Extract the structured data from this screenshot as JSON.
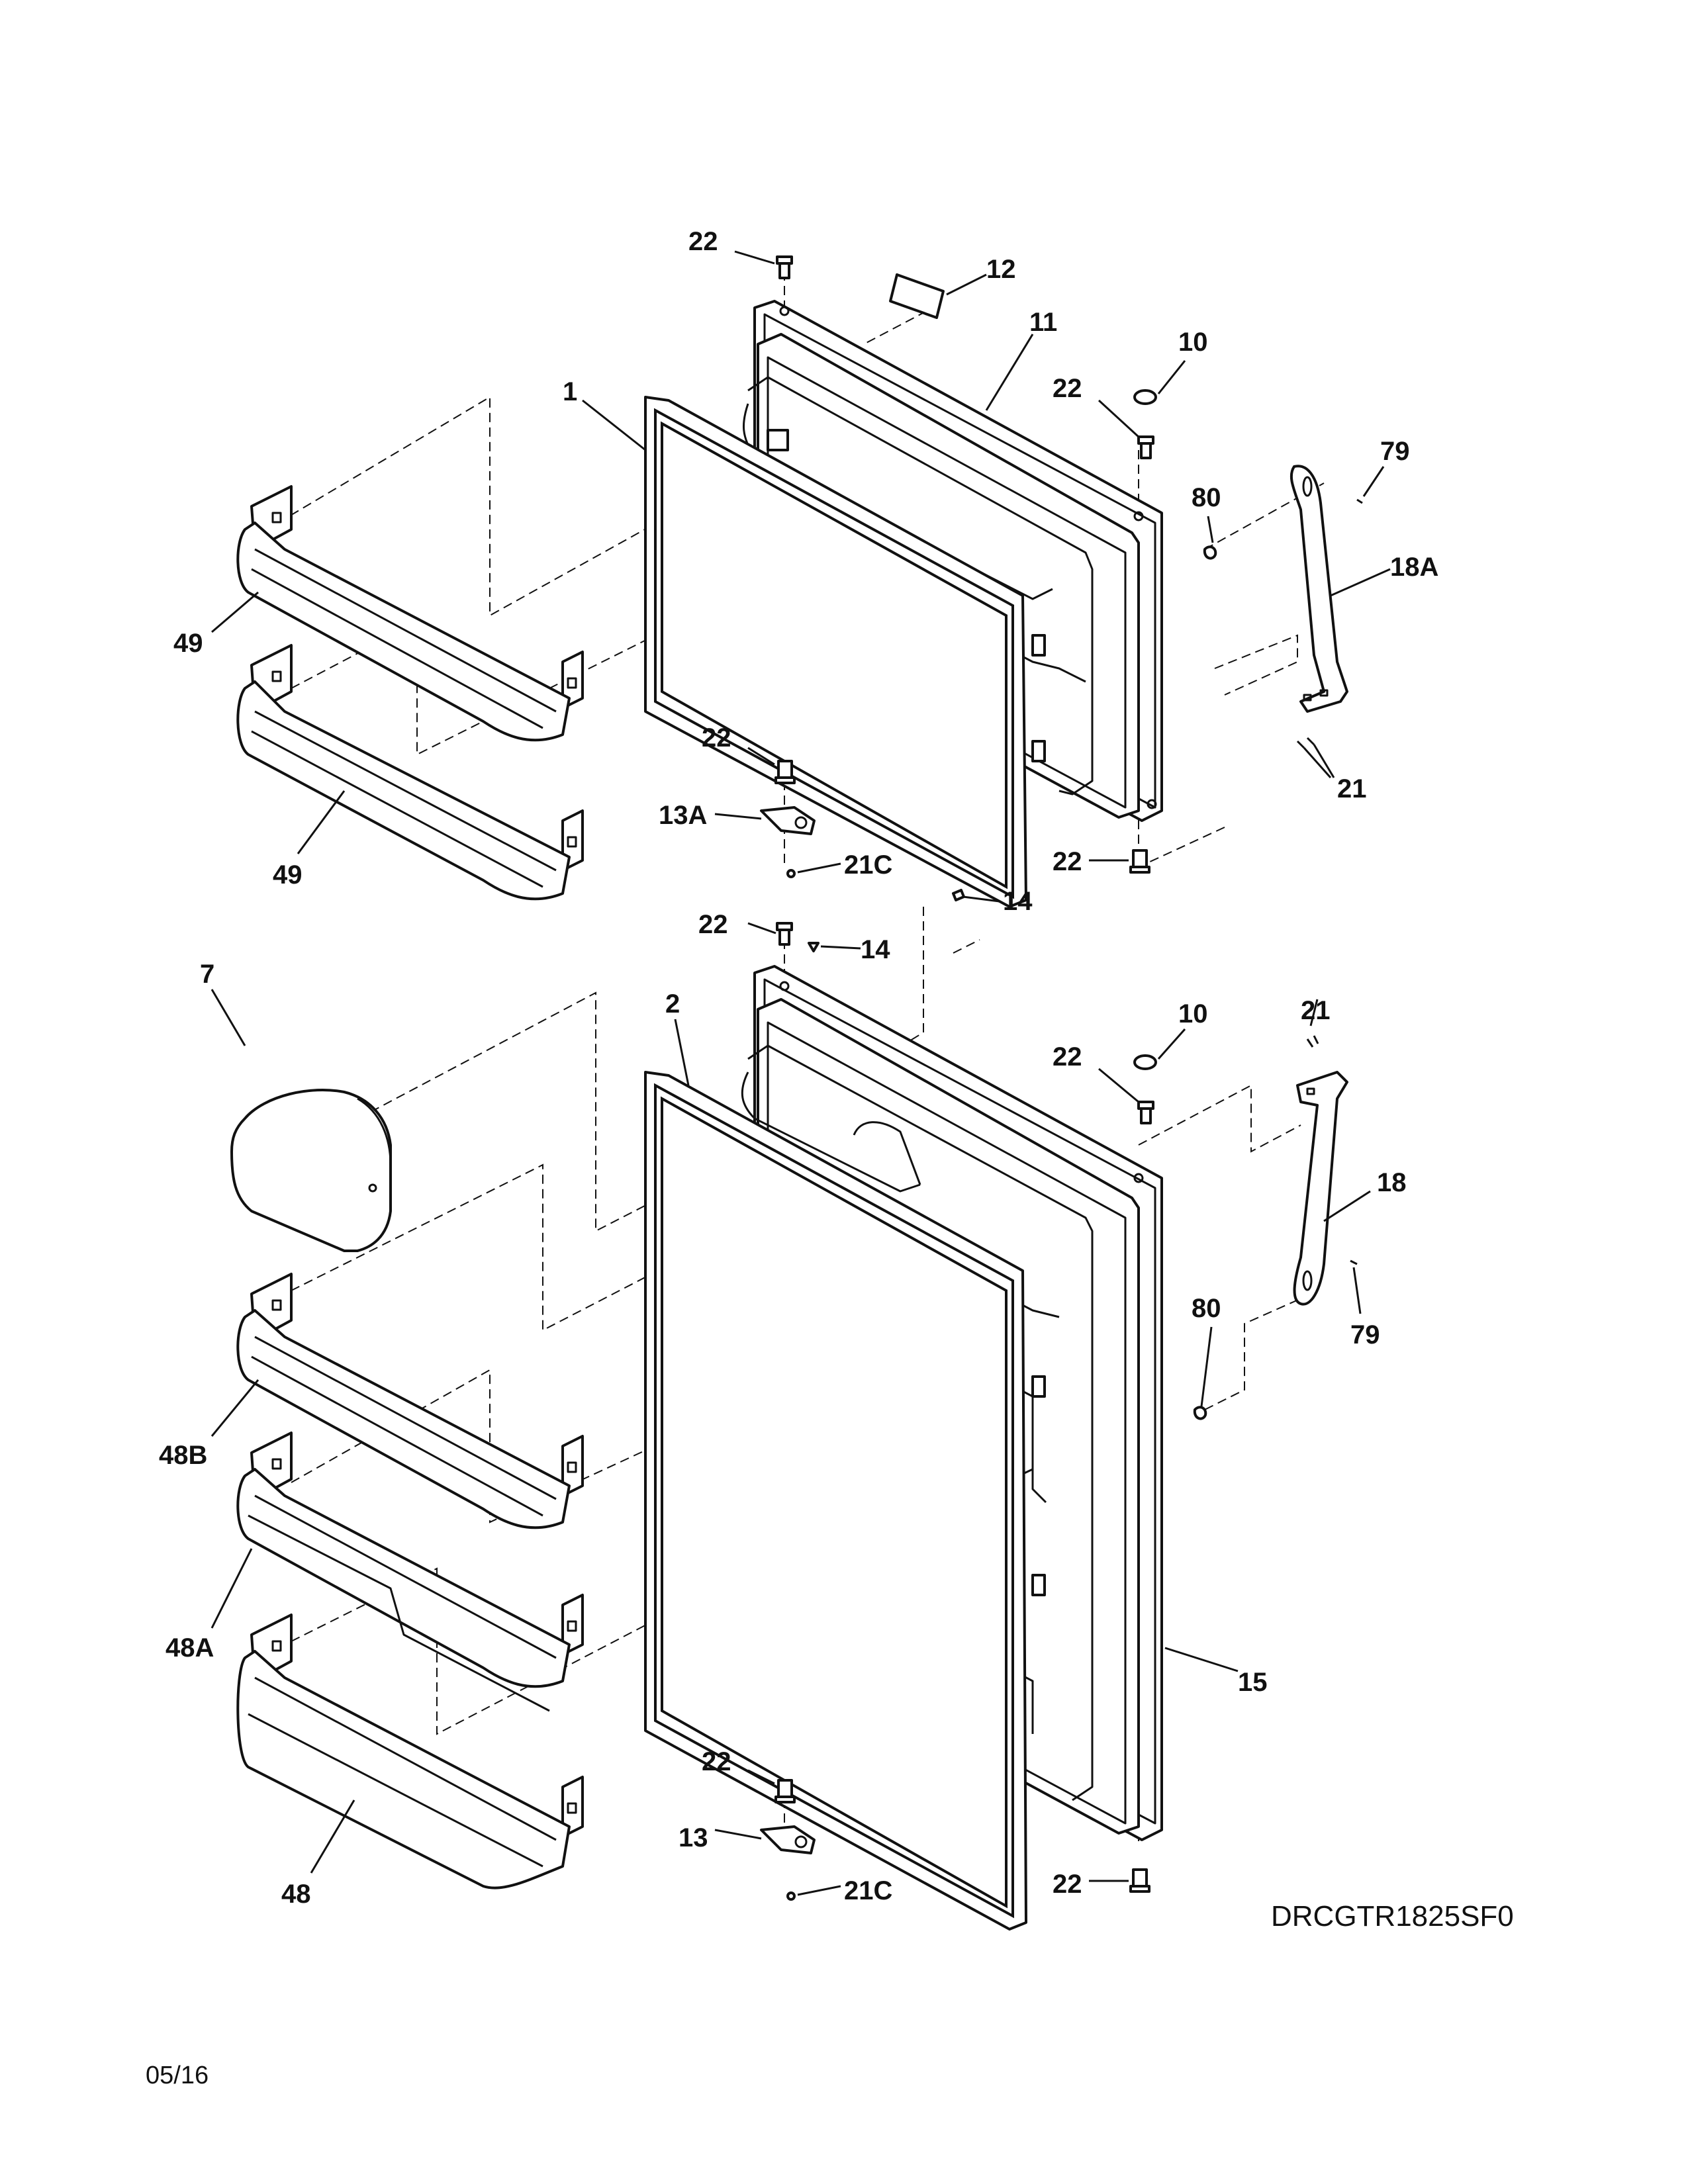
{
  "diagram_code": "DRCGTR1825SF0",
  "date": "05/16",
  "parts": {
    "p22a": "22",
    "p12": "12",
    "p11": "11",
    "p10a": "10",
    "p22b": "22",
    "p1": "1",
    "p80a": "80",
    "p79a": "79",
    "p18A": "18A",
    "p49a": "49",
    "p49b": "49",
    "p22c": "22",
    "p13A": "13A",
    "p21C_a": "21C",
    "p21a": "21",
    "p22d": "22",
    "p14a": "14",
    "p22e": "22",
    "p14b": "14",
    "p7": "7",
    "p2": "2",
    "p10b": "10",
    "p21b": "21",
    "p22f": "22",
    "p18": "18",
    "p80b": "80",
    "p79b": "79",
    "p48B": "48B",
    "p48A": "48A",
    "p15": "15",
    "p22g": "22",
    "p13": "13",
    "p21C_b": "21C",
    "p48": "48",
    "p22h": "22"
  }
}
